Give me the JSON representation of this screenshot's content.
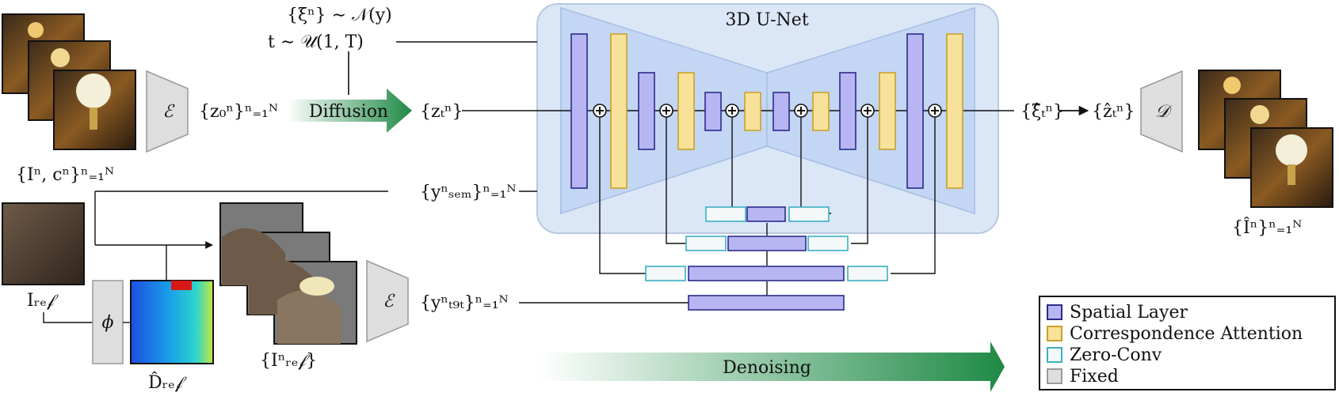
{
  "unet": {
    "title": "3D U-Net"
  },
  "noise": {
    "xi": "{ξⁿ} ∼ 𝒩(y)",
    "t": "t ∼ 𝒰(1, T)"
  },
  "encoder": {
    "symbol": "ℰ"
  },
  "decoder": {
    "symbol": "𝒟"
  },
  "phi": {
    "symbol": "ϕ"
  },
  "diffusion": {
    "label": "Diffusion"
  },
  "denoising": {
    "label": "Denoising"
  },
  "latents": {
    "z0": "{z₀ⁿ}ⁿ₌₁ᴺ",
    "zt": "{zₜⁿ}",
    "xi_hat": "{ξ̂ₜⁿ}",
    "z_hat": "{ẑₜⁿ}"
  },
  "inputs": {
    "images_cams": "{Iⁿ, cⁿ}ⁿ₌₁ᴺ",
    "y_sem": "{yⁿₛₑₘ}ⁿ₌₁ᴺ",
    "y_tgt": "{yⁿₜ₉ₜ}ⁿ₌₁ᴺ",
    "i_ref": "Iᵣₑ𝒻",
    "d_ref": "D̂ᵣₑ𝒻",
    "i_ref_n": "{Iⁿᵣₑ𝒻}",
    "output": "{Îⁿ}ⁿ₌₁ᴺ"
  },
  "legend": {
    "items": [
      {
        "label": "Spatial Layer",
        "fill": "#b8b6f2",
        "stroke": "#2b2a8c"
      },
      {
        "label": "Correspondence Attention",
        "fill": "#f8e29a",
        "stroke": "#caa12a"
      },
      {
        "label": "Zero-Conv",
        "fill": "#f4f8f8",
        "stroke": "#3ab0c0"
      },
      {
        "label": "Fixed",
        "fill": "#dedede",
        "stroke": "#999999"
      }
    ]
  },
  "colors": {
    "unet_fill": "#dbe6f7",
    "unet_border": "#b8c8e0",
    "trapezoid": "#c3d6f3",
    "arrow_green": "#1e8a45"
  }
}
